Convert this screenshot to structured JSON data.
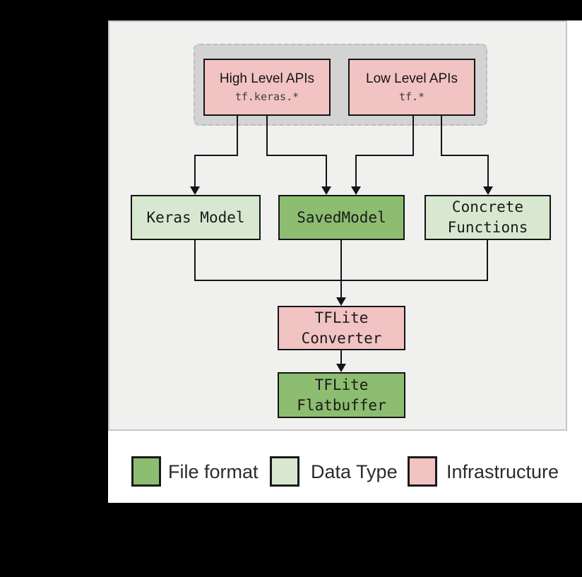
{
  "diagram": {
    "api_group": {
      "high_level": {
        "title": "High Level APIs",
        "code": "tf.keras.*"
      },
      "low_level": {
        "title": "Low Level APIs",
        "code": "tf.*"
      }
    },
    "nodes": {
      "keras_model": {
        "label": "Keras Model"
      },
      "saved_model": {
        "label": "SavedModel"
      },
      "concrete_functions": {
        "line1": "Concrete",
        "line2": "Functions"
      },
      "tflite_converter": {
        "line1": "TFLite",
        "line2": "Converter"
      },
      "tflite_flatbuffer": {
        "line1": "TFLite",
        "line2": "Flatbuffer"
      }
    }
  },
  "legend": {
    "items": [
      {
        "label": "File format",
        "color": "#8cbd70"
      },
      {
        "label": "Data Type",
        "color": "#d8e8d0"
      },
      {
        "label": "Infrastructure",
        "color": "#f2c3c3"
      }
    ]
  },
  "colors": {
    "file_format": "#8cbd70",
    "data_type": "#d8e8d0",
    "infrastructure": "#f2c3c3",
    "panel_background": "#f0f0ef",
    "api_group_background": "#d3d3d3",
    "connector": "#141414",
    "page_background": "#000000",
    "card_background": "#ffffff"
  }
}
